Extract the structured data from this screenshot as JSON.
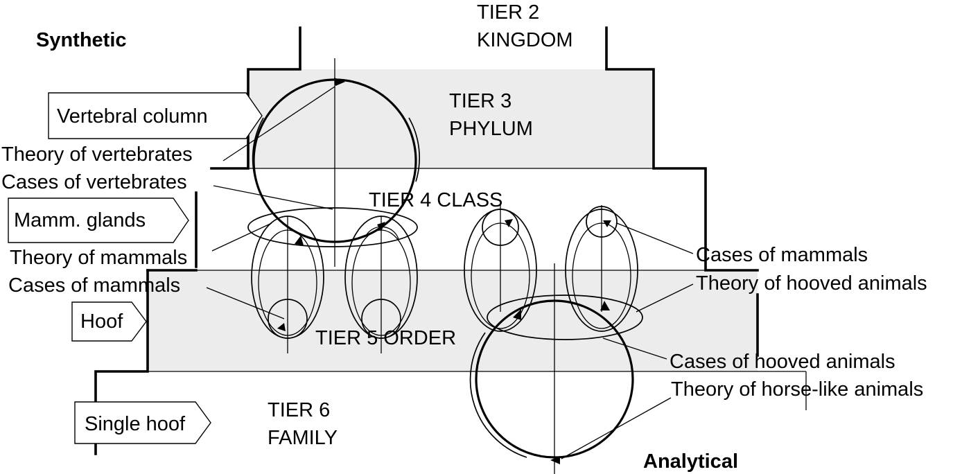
{
  "corner_labels": {
    "synthetic": "Synthetic",
    "analytical": "Analytical"
  },
  "tiers": {
    "tier2_line1": "TIER 2",
    "tier2_line2": "KINGDOM",
    "tier3_line1": "TIER 3",
    "tier3_line2": "PHYLUM",
    "tier4": "TIER 4 CLASS",
    "tier5": "TIER 5 ORDER",
    "tier6_line1": "TIER 6",
    "tier6_line2": "FAMILY"
  },
  "feature_tags": {
    "vertebral_column": "Vertebral column",
    "mammary_glands": "Mamm. glands",
    "hoof": "Hoof",
    "single_hoof": "Single hoof"
  },
  "left_annotations": {
    "theory_vertebrates": "Theory of vertebrates",
    "cases_vertebrates": "Cases of vertebrates",
    "theory_mammals": "Theory of mammals",
    "cases_mammals": "Cases of mammals"
  },
  "right_annotations": {
    "cases_mammals": "Cases of mammals",
    "theory_hooved": "Theory of hooved animals",
    "cases_hooved": "Cases of hooved animals",
    "theory_horse_like": "Theory of horse-like animals"
  }
}
